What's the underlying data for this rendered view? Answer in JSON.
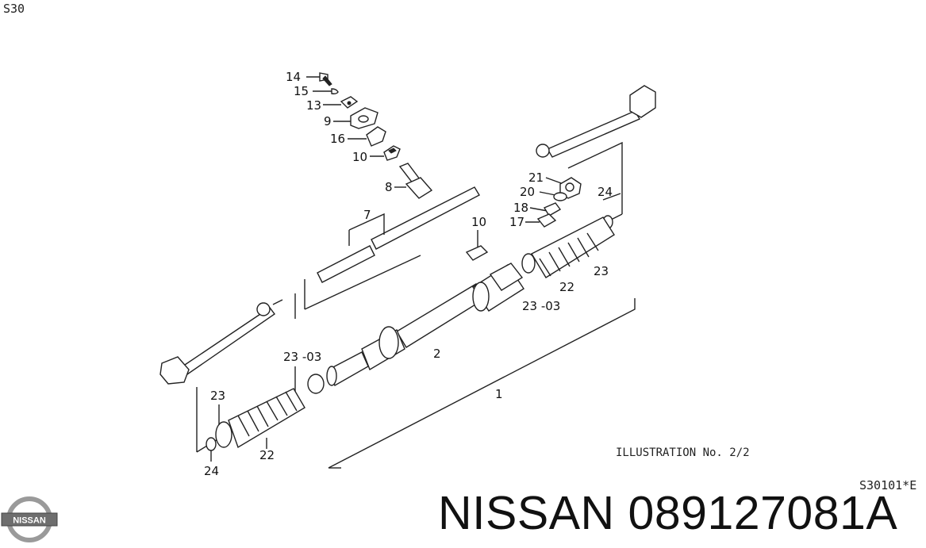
{
  "header": {
    "section_code": "S30"
  },
  "diagram": {
    "callouts": {
      "p14": "14",
      "p15": "15",
      "p13": "13",
      "p9": "9",
      "p16": "16",
      "p10_top": "10",
      "p8": "8",
      "p7": "7",
      "p21": "21",
      "p20": "20",
      "p18": "18",
      "p17": "17",
      "p24_right": "24",
      "p10_mid": "10",
      "p22_right": "22",
      "p23_right": "23",
      "p23_03_right": "23 -03",
      "p2": "2",
      "p1": "1",
      "p23_03_left": "23 -03",
      "p23_left": "23",
      "p22_left": "22",
      "p24_left": "24"
    },
    "caption": "ILLUSTRATION No. 2/2",
    "reference": "S30101*E"
  },
  "footer": {
    "logo_text": "NISSAN",
    "brand_part_number": "NISSAN 089127081A"
  },
  "icons": {
    "logo": "nissan-logo-icon"
  }
}
